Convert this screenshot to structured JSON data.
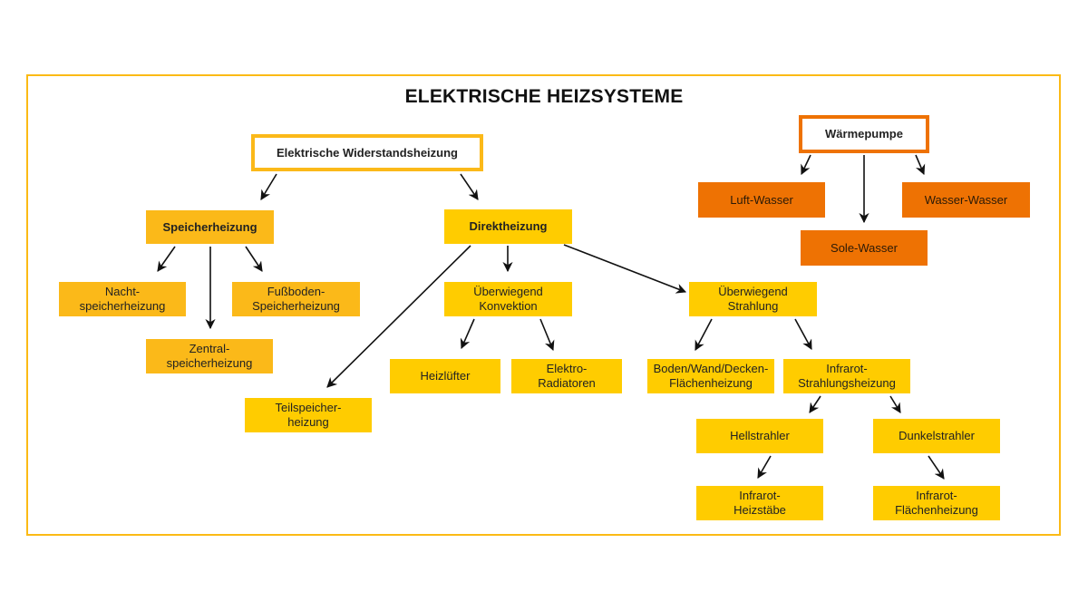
{
  "title": "ELEKTRISCHE HEIZSYSTEME",
  "colors": {
    "frame": "#FBBA15",
    "speicher_family": "#FBB919",
    "direkt_family": "#FFCC00",
    "waermepumpe_family": "#EE7203"
  },
  "nodes": {
    "widerstand": "Elektrische Widerstandsheizung",
    "speicher": "Speicherheizung",
    "direkt": "Direktheizung",
    "nacht": "Nacht-\nspeicherheizung",
    "fussboden": "Fußboden-\nSpeicherheizung",
    "zentral": "Zentral-\nspeicherheizung",
    "teilspeicher": "Teilspeicher-\nheizung",
    "konvektion": "Überwiegend\nKonvektion",
    "strahlung": "Überwiegend\nStrahlung",
    "heizluefter": "Heizlüfter",
    "radiatoren": "Elektro-\nRadiatoren",
    "flaechen": "Boden/Wand/Decken-\nFlächenheizung",
    "infrarot": "Infrarot-\nStrahlungsheizung",
    "hellstrahler": "Hellstrahler",
    "dunkelstrahler": "Dunkelstrahler",
    "heizstaebe": "Infrarot-\nHeizstäbe",
    "ir_flaechen": "Infrarot-\nFlächenheizung",
    "waermepumpe": "Wärmepumpe",
    "luft_wasser": "Luft-Wasser",
    "wasser_wasser": "Wasser-Wasser",
    "sole_wasser": "Sole-Wasser"
  },
  "edges": [
    [
      "widerstand",
      "speicher"
    ],
    [
      "widerstand",
      "direkt"
    ],
    [
      "speicher",
      "nacht"
    ],
    [
      "speicher",
      "zentral"
    ],
    [
      "speicher",
      "fussboden"
    ],
    [
      "direkt",
      "teilspeicher"
    ],
    [
      "direkt",
      "konvektion"
    ],
    [
      "direkt",
      "strahlung"
    ],
    [
      "konvektion",
      "heizluefter"
    ],
    [
      "konvektion",
      "radiatoren"
    ],
    [
      "strahlung",
      "flaechen"
    ],
    [
      "strahlung",
      "infrarot"
    ],
    [
      "infrarot",
      "hellstrahler"
    ],
    [
      "infrarot",
      "dunkelstrahler"
    ],
    [
      "hellstrahler",
      "heizstaebe"
    ],
    [
      "dunkelstrahler",
      "ir_flaechen"
    ],
    [
      "waermepumpe",
      "luft_wasser"
    ],
    [
      "waermepumpe",
      "sole_wasser"
    ],
    [
      "waermepumpe",
      "wasser_wasser"
    ]
  ]
}
